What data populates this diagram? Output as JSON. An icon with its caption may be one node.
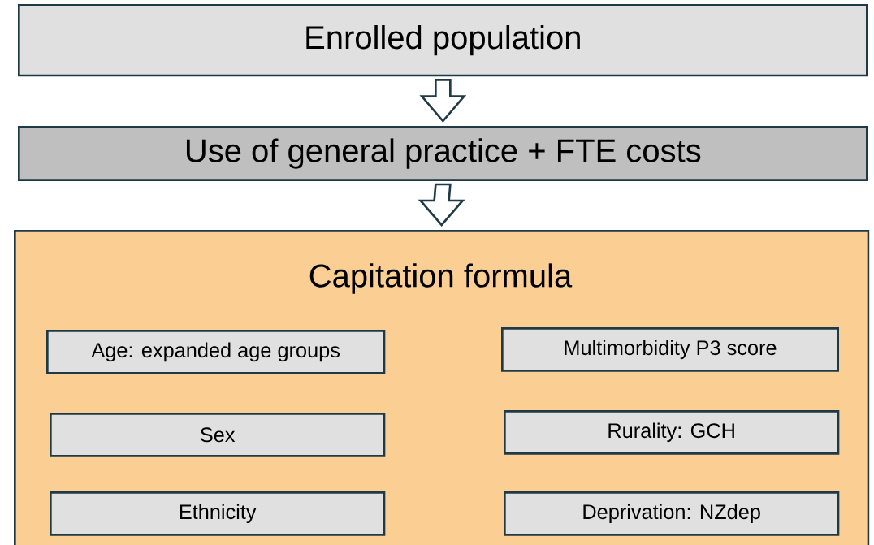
{
  "diagram": {
    "nodes": [
      {
        "text": [
          "Enrolled population"
        ]
      },
      {
        "text": [
          "Use of general practice + FTE costs"
        ]
      },
      {
        "text": [
          "Capitation formula"
        ]
      },
      {
        "text": [
          "Age: expanded age groups"
        ],
        "in": 2
      },
      {
        "text": [
          "Multimorbidity P3 score"
        ],
        "in": 2
      },
      {
        "text": [
          "Sex"
        ],
        "in": 2
      },
      {
        "text": [
          "Rurality: GCH"
        ],
        "in": 2
      },
      {
        "text": [
          "Ethnicity"
        ],
        "in": 2
      },
      {
        "text": [
          "Deprivation: NZdep"
        ],
        "in": 2
      }
    ],
    "edges": [
      {
        "from": 0,
        "to": 1,
        "arrow": "to"
      },
      {
        "from": 1,
        "to": 2,
        "arrow": "to"
      }
    ]
  }
}
